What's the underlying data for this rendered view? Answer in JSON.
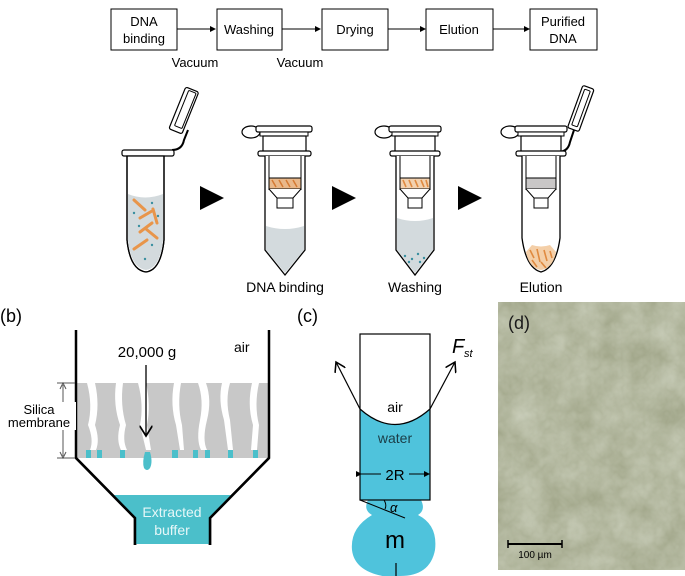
{
  "flowchart": {
    "steps": [
      "DNA binding",
      "Washing",
      "Drying",
      "Elution",
      "Purified DNA"
    ],
    "step_lines": [
      [
        "DNA",
        "binding"
      ],
      [
        "Washing"
      ],
      [
        "Drying"
      ],
      [
        "Elution"
      ],
      [
        "Purified",
        "DNA"
      ]
    ],
    "conditions": [
      "Vacuum",
      "Vacuum"
    ]
  },
  "panel_a": {
    "tube_labels": [
      "",
      "DNA binding",
      "Washing",
      "Elution"
    ]
  },
  "panel_b": {
    "label": "(b)",
    "force": "20,000 g",
    "air": "air",
    "membrane_label_line1": "Silica",
    "membrane_label_line2": "membrane",
    "buffer_line1": "Extracted",
    "buffer_line2": "buffer"
  },
  "panel_c": {
    "label": "(c)",
    "force_symbol": "F",
    "force_subscript": "st",
    "air": "air",
    "water": "water",
    "radius": "2R",
    "angle": "α",
    "mass": "m"
  },
  "panel_d": {
    "label": "(d)",
    "scale_bar": "100 µm"
  },
  "colors": {
    "cyan": "#4fc3dc",
    "teal": "#4bbfca",
    "membrane_gray": "#c8c8c8",
    "liquid_gray": "#d3dadd",
    "dna_orange": "#e8954a",
    "micro_bg": "#a3a88c"
  }
}
